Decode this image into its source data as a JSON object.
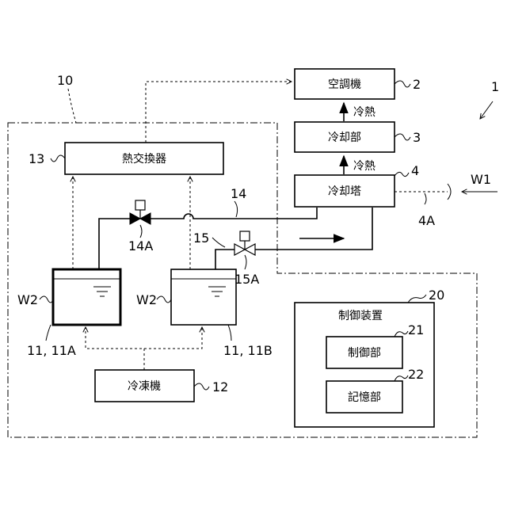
{
  "labels": {
    "system": "1",
    "plant": "10",
    "air_conditioner_ref": "2",
    "cooling_unit_ref": "3",
    "cooling_tower_ref": "4",
    "cooling_tower_feed_ref": "4A",
    "heat_exchanger_ref": "13",
    "pipe_14": "14",
    "valve_14a": "14A",
    "pipe_15": "15",
    "valve_15a": "15A",
    "water_w1": "W1",
    "water_w2_left": "W2",
    "water_w2_right": "W2",
    "tank_left_ref": "11, 11A",
    "tank_right_ref": "11, 11B",
    "refrigerator_ref": "12",
    "control_device_ref": "20",
    "control_unit_ref": "21",
    "storage_unit_ref": "22"
  },
  "boxes": {
    "air_conditioner": "空調機",
    "cooling_unit": "冷却部",
    "cooling_tower": "冷却塔",
    "heat_exchanger": "熱交換器",
    "refrigerator": "冷凍機",
    "control_device": "制御装置",
    "control_unit": "制御部",
    "storage_unit": "記憶部"
  },
  "flow_labels": {
    "cold_heat_upper": "冷熱",
    "cold_heat_lower": "冷熱"
  }
}
